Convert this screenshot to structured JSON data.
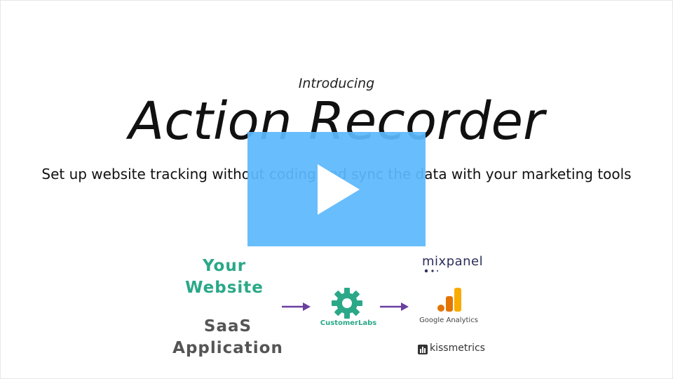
{
  "slide": {
    "intro": "Introducing",
    "title": "Action Recorder",
    "subtitle": "Set up website tracking without coding and sync the data with your marketing tools"
  },
  "diagram": {
    "sources": [
      {
        "line1": "Your",
        "line2": "Website"
      },
      {
        "line1": "SaaS",
        "line2": "Application"
      }
    ],
    "hub": {
      "label": "CustomerLabs"
    },
    "destinations": {
      "mixpanel": "mixpanel",
      "google_analytics": "Google Analytics",
      "kissmetrics": "kissmetrics"
    }
  },
  "player": {
    "play_icon": "play-icon",
    "overlay_color": "#5cb8fc"
  },
  "colors": {
    "brand_green": "#2aa888",
    "arrow_purple": "#6a3fa0",
    "mixpanel_navy": "#2c2f5a",
    "ga_orange": "#f9ab00"
  }
}
